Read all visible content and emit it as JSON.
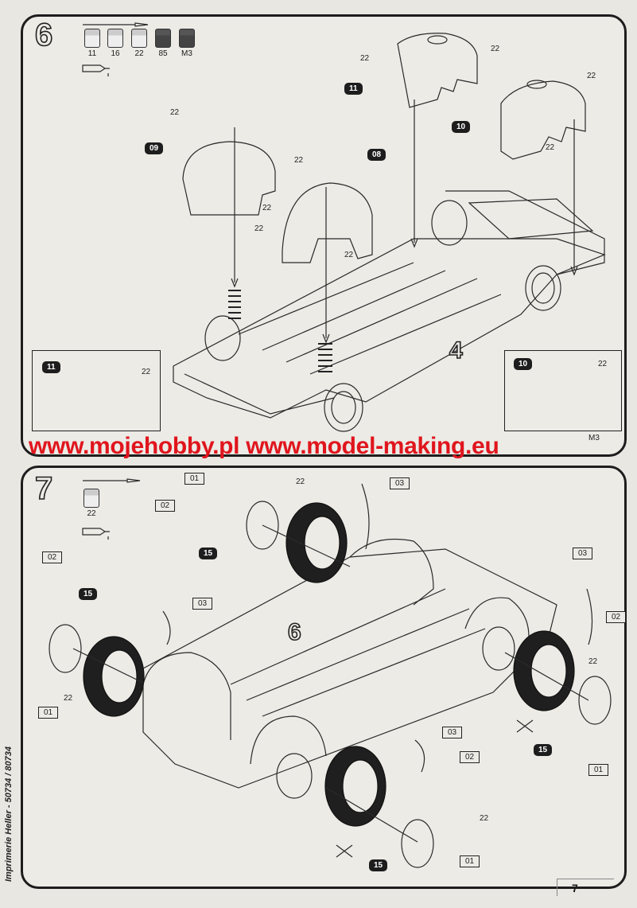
{
  "watermark": "www.mojehobby.pl www.model-making.eu",
  "publisher_line": "Imprimerie Heller - 50734 / 80734",
  "page_number": "7",
  "step6": {
    "number": "6",
    "paints": [
      "11",
      "16",
      "22",
      "85",
      "M3"
    ],
    "parts": {
      "p11": "11",
      "p10": "10",
      "p09": "09",
      "p08": "08"
    },
    "labels": {
      "c22": "22",
      "sub4": "4",
      "m3": "M3"
    },
    "inset_left_part": "11",
    "inset_right_part": "10"
  },
  "step7": {
    "number": "7",
    "paints": [
      "22"
    ],
    "parts": {
      "p01": "01",
      "p02": "02",
      "p03": "03",
      "p15": "15"
    },
    "labels": {
      "c22": "22",
      "sub6": "6"
    }
  },
  "colors": {
    "watermark": "#e0151d",
    "line": "#2a2a2a",
    "panel_bg": "#ecebe6"
  }
}
